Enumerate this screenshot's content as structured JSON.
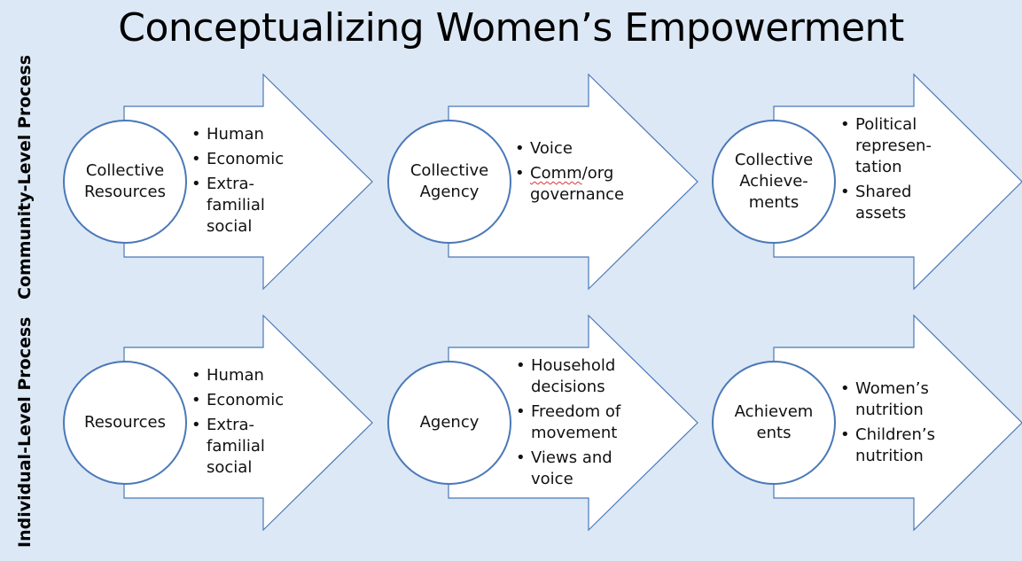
{
  "title": "Conceptualizing Women’s Empowerment",
  "colors": {
    "background": "#dce8f5",
    "shape_fill": "#ffffff",
    "shape_stroke": "#4a78b8"
  },
  "rows": [
    {
      "label": "Community-Level Process",
      "stages": [
        {
          "circle": "Collective\nResources",
          "bullets": [
            "Human",
            "Economic",
            "Extra-\nfamilial\nsocial"
          ]
        },
        {
          "circle": "Collective\nAgency",
          "bullets": [
            "Voice",
            "Comm/org\ngovernance"
          ]
        },
        {
          "circle": "Collective\nAchieve-\nments",
          "bullets": [
            "Political\nrepresen-\ntation",
            "Shared\nassets"
          ]
        }
      ]
    },
    {
      "label": "Individual-Level Process",
      "stages": [
        {
          "circle": "Resources",
          "bullets": [
            "Human",
            "Economic",
            "Extra-\nfamilial\nsocial"
          ]
        },
        {
          "circle": "Agency",
          "bullets": [
            "Household\ndecisions",
            "Freedom of\nmovement",
            "Views and\nvoice"
          ]
        },
        {
          "circle": "Achievem\nents",
          "bullets": [
            "Women’s\nnutrition",
            "Children’s\nnutrition"
          ]
        }
      ]
    }
  ]
}
